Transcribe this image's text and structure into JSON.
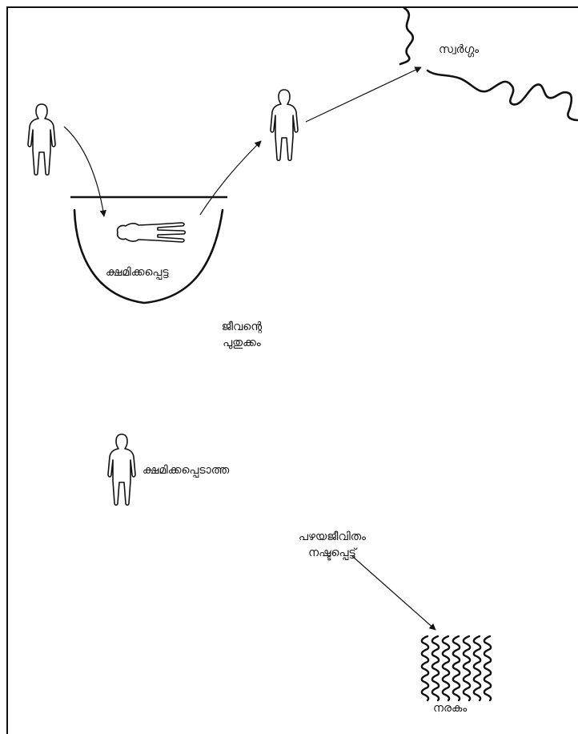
{
  "colors": {
    "ink": "#111111",
    "background": "#ffffff"
  },
  "labels": {
    "heaven": "സ്വർഗ്ഗം",
    "forgiven": "ക്ഷമിക്കപ്പെട്ട",
    "new_life_line1": "ജീവന്റെ",
    "new_life_line2": "പുതുക്കം",
    "unforgiven": "ക്ഷമിക്കപ്പെടാത്ത",
    "old_life_line1": "പഴയജീവിതം",
    "old_life_line2": "നഷ്ടപ്പെട്ട്",
    "hell": "നരകം"
  },
  "icons": {
    "person": "person-outline-icon",
    "lying_person": "lying-person-icon",
    "heaven_cloud": "cloud-outline-icon",
    "hell_flames": "wavy-flames-icon"
  }
}
